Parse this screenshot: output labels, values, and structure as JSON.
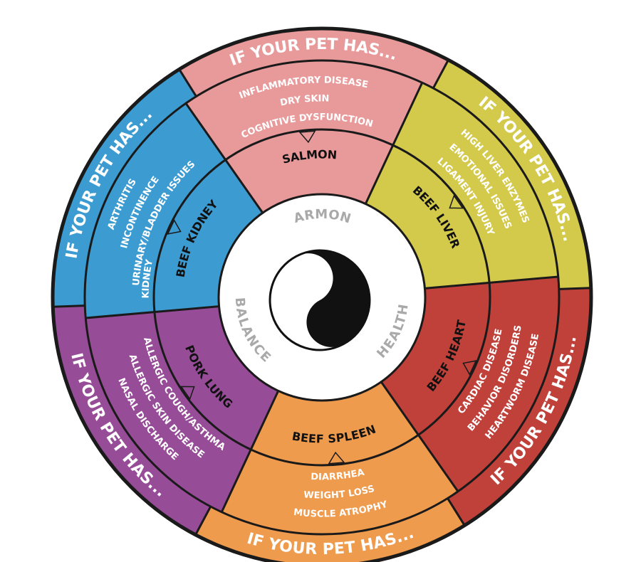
{
  "center": {
    "words": [
      "HARMONY",
      "HEALTH",
      "BALANCE"
    ],
    "symbol": "yin-yang-icon"
  },
  "segments": [
    {
      "id": "beef-liver",
      "color": "#D3C94B",
      "heading": "IF YOUR PET HAS...",
      "conditions": [
        "HIGH LIVER ENZYMES",
        "EMOTIONAL ISSUES",
        "LIGAMENT INJURY"
      ],
      "organ": "BEEF LIVER"
    },
    {
      "id": "beef-heart",
      "color": "#C0403A",
      "heading": "IF YOUR PET HAS...",
      "conditions": [
        "CARDIAC DISEASE",
        "BEHAVIOR DISORDERS",
        "HEARTWORM DISEASE"
      ],
      "organ": "BEEF HEART"
    },
    {
      "id": "beef-spleen",
      "color": "#EF9B4E",
      "heading": "IF YOUR PET HAS...",
      "conditions": [
        "DIARRHEA",
        "WEIGHT LOSS",
        "MUSCLE ATROPHY"
      ],
      "organ": "BEEF SPLEEN"
    },
    {
      "id": "pork-lung",
      "color": "#974C98",
      "heading": "IF YOUR PET HAS...",
      "conditions": [
        "ALLERGIC COUGH/ASTHMA",
        "ALLERGIC SKIN DISEASE",
        "NASAL DISCHARGE"
      ],
      "organ": "PORK LUNG"
    },
    {
      "id": "beef-kidney",
      "color": "#3C9BD1",
      "heading": "IF YOUR PET HAS...",
      "conditions": [
        "ARTHRITIS",
        "INCONTINENCE",
        "URINARY/BLADDER ISSUES",
        "KIDNEY"
      ],
      "organ": "BEEF KIDNEY"
    },
    {
      "id": "salmon",
      "color": "#E8999A",
      "heading": "IF YOUR PET HAS...",
      "conditions": [
        "INFLAMMATORY DISEASE",
        "DRY SKIN",
        "COGNITIVE DYSFUNCTION"
      ],
      "organ": "SALMON"
    }
  ]
}
